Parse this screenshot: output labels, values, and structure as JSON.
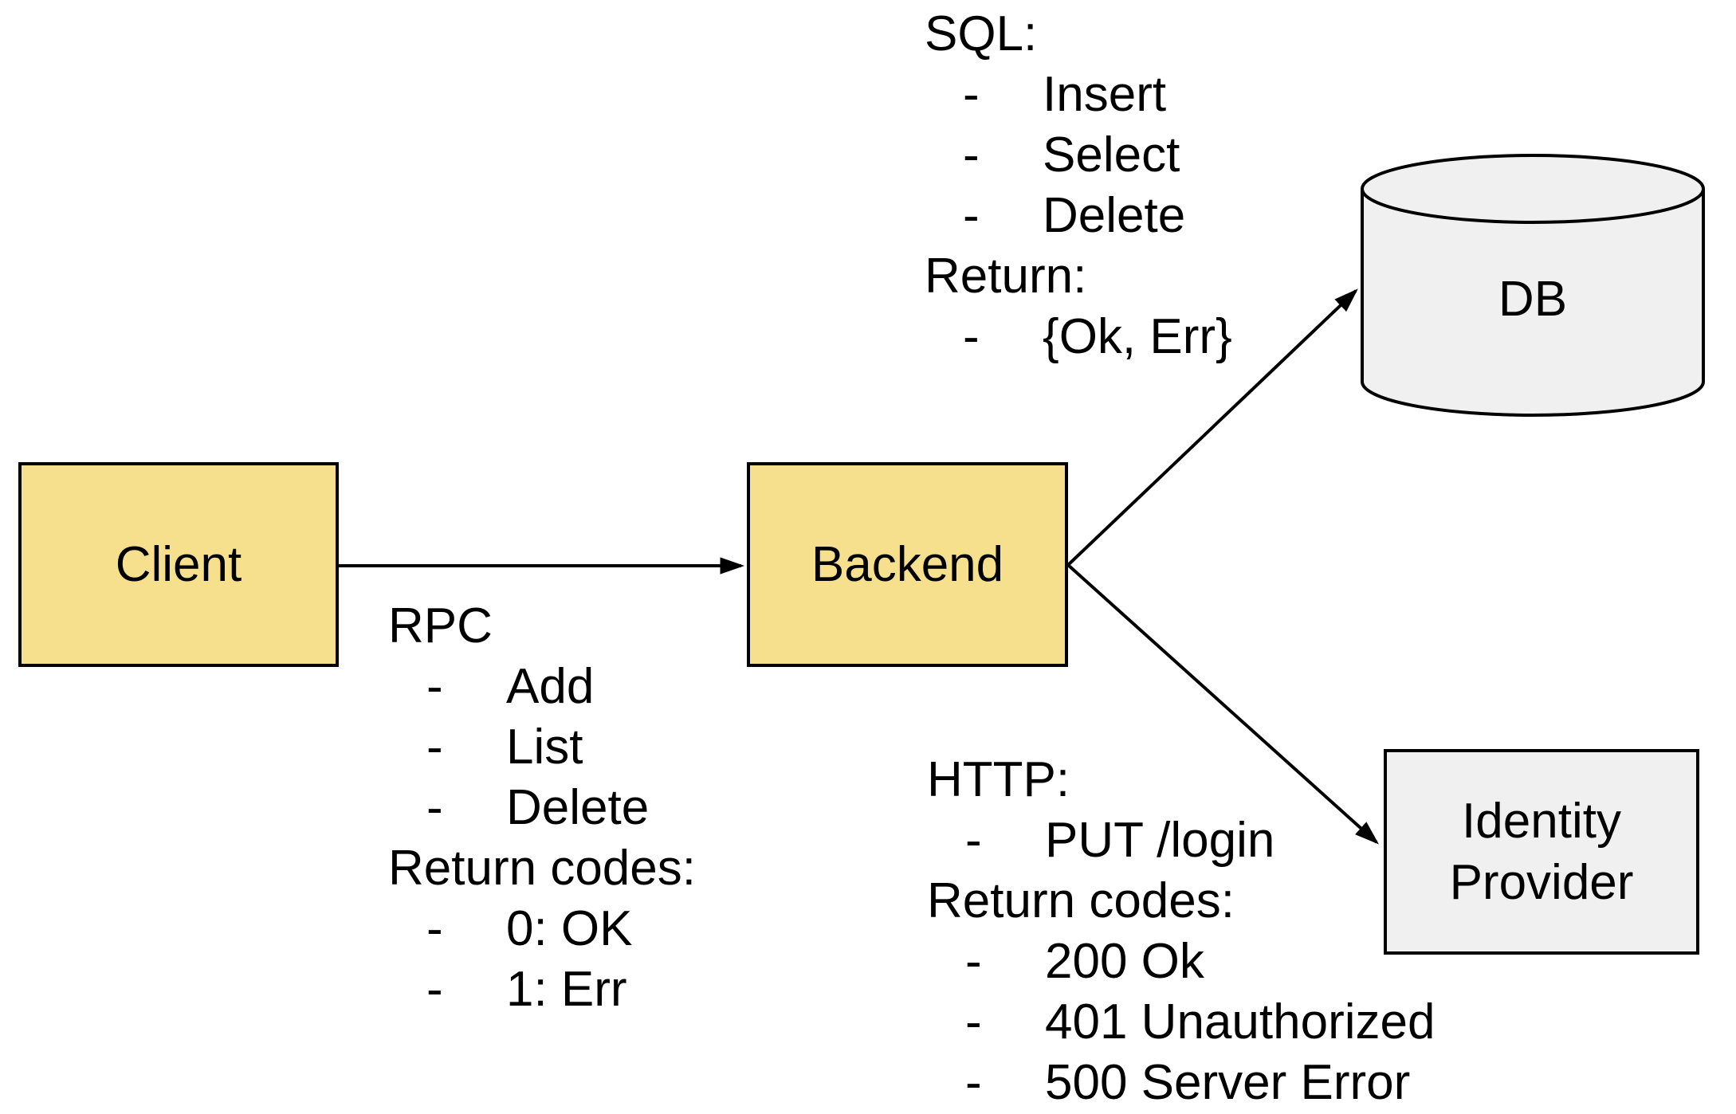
{
  "ui": {
    "dash": "-"
  },
  "colors": {
    "background": "#ffffff",
    "node_yellow_fill": "#f6e08d",
    "node_gray_fill": "#f0f0f0",
    "stroke": "#000000",
    "text": "#000000"
  },
  "nodes": {
    "client": {
      "label": "Client"
    },
    "backend": {
      "label": "Backend"
    },
    "db": {
      "label": "DB"
    },
    "identity_provider": {
      "label": "Identity\nProvider"
    }
  },
  "annotations": {
    "rpc": {
      "title": "RPC",
      "items": [
        "Add",
        "List",
        "Delete"
      ],
      "return_title": "Return codes:",
      "return_items": [
        "0: OK",
        "1: Err"
      ]
    },
    "sql": {
      "title": "SQL:",
      "items": [
        "Insert",
        "Select",
        "Delete"
      ],
      "return_title": "Return:",
      "return_items": [
        "{Ok, Err}"
      ]
    },
    "http": {
      "title": "HTTP:",
      "items": [
        "PUT /login"
      ],
      "return_title": "Return codes:",
      "return_items": [
        "200 Ok",
        "401 Unauthorized",
        "500 Server Error"
      ]
    }
  }
}
